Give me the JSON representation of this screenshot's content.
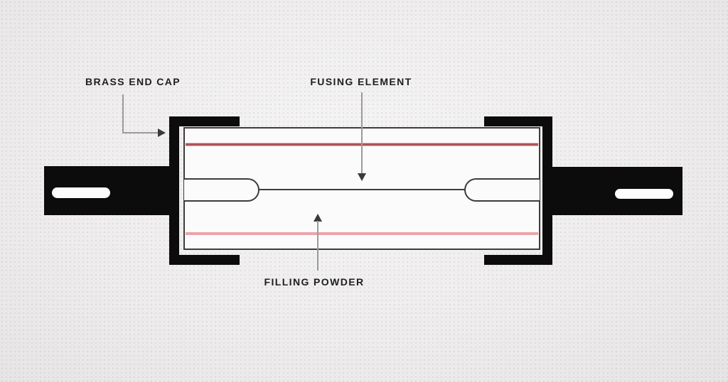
{
  "diagram": {
    "subject": "cartridge-fuse-cross-section",
    "labels": [
      {
        "id": "brass-end-cap",
        "text": "BRASS END CAP"
      },
      {
        "id": "fusing-element",
        "text": "FUSING ELEMENT"
      },
      {
        "id": "filling-powder",
        "text": "FILLING POWDER"
      }
    ],
    "colors": {
      "background": "#eeecec",
      "metal_black": "#0c0c0c",
      "body_fill": "#fcfbfb",
      "outline": "#3c3c3c",
      "red_line_top": "#b25258",
      "pink_line_bottom": "#eba4aa",
      "arrow_line": "#9b9b9b",
      "arrow_head": "#3a3a3a",
      "label_text": "#1f1f1f"
    }
  }
}
